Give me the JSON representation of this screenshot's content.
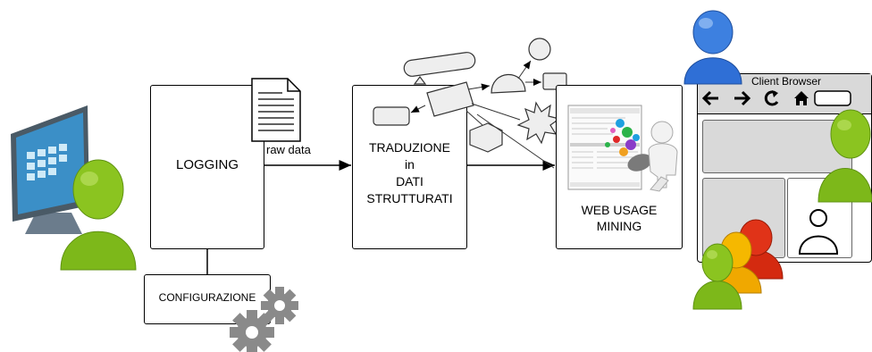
{
  "diagram": {
    "logging_label": "LOGGING",
    "configurazione_label": "CONFIGURAZIONE",
    "raw_data_label": "raw data",
    "traduzione_line1": "TRADUZIONE",
    "traduzione_line2": "in",
    "traduzione_line3": "DATI",
    "traduzione_line4": "STRUTTURATI",
    "mining_line1": "WEB USAGE",
    "mining_line2": "MINING",
    "browser_title": "Client Browser"
  },
  "colors": {
    "user_green": "#8bc420",
    "user_blue": "#2f6fd6",
    "user_orange": "#f0a800",
    "user_red": "#d42a10",
    "gear_gray": "#8a8a8a",
    "browser_gray": "#d9d9d9"
  }
}
